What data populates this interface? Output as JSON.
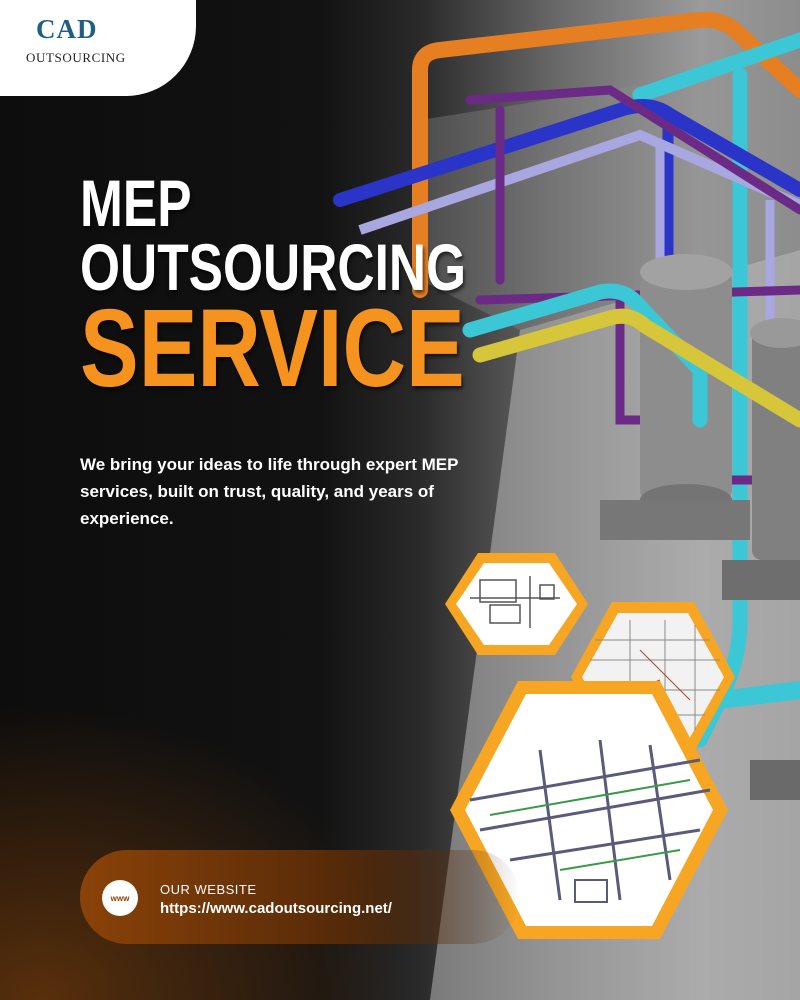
{
  "brand": {
    "logo_main": "CAD",
    "logo_sub": "OUTSOURCING"
  },
  "headline": {
    "line1": "MEP",
    "line2": "OUTSOURCING",
    "line3": "SERVICE"
  },
  "description": "We bring your ideas to life through expert MEP services, built on trust, quality, and years of experience.",
  "website": {
    "icon_name": "www-globe-icon",
    "icon_text": "www",
    "label": "OUR WEBSITE",
    "url": "https://www.cadoutsourcing.net/"
  },
  "colors": {
    "accent_orange": "#f6921e",
    "logo_blue": "#1f5f86",
    "background_dark": "#0e0e0e"
  }
}
